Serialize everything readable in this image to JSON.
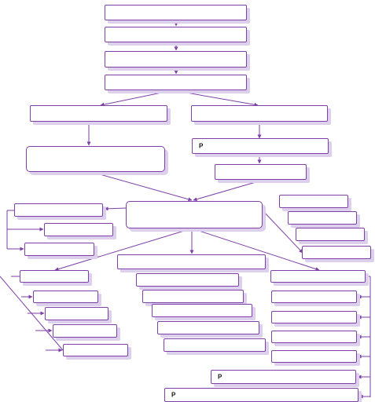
{
  "diagram": {
    "line_color": "#7d3fa8",
    "shadow_color": "#dcd0ec",
    "labels": {
      "right_branch_item_1": "P",
      "bottom_item_a": "P",
      "bottom_item_b": "P"
    }
  }
}
